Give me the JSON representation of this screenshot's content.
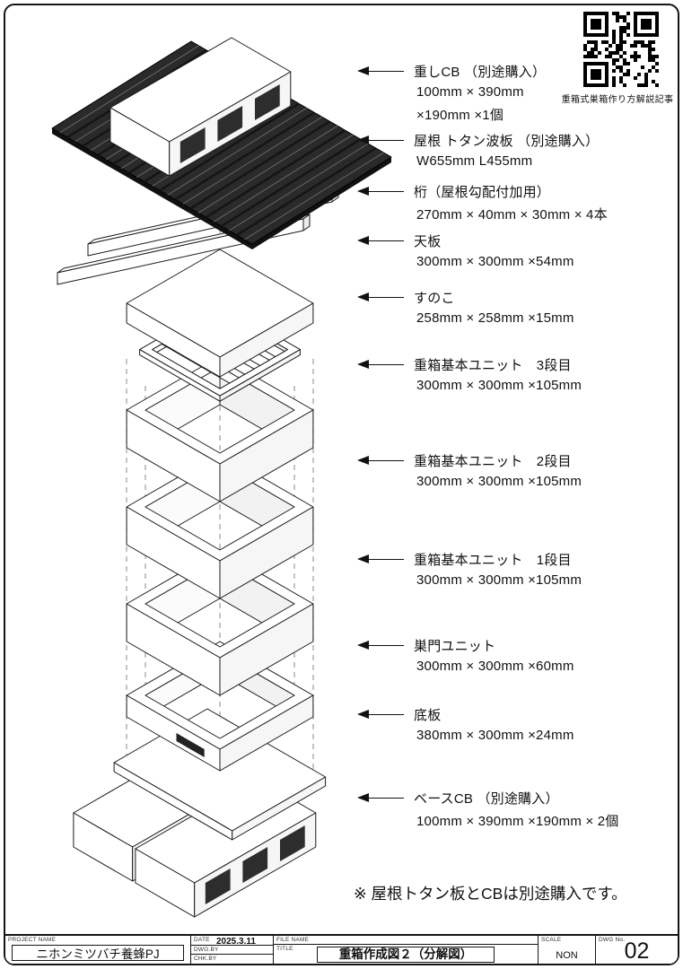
{
  "page": {
    "qr_caption": "重箱式巣箱作り方解説記事",
    "note": "※ 屋根トタン板とCBは別途購入です。"
  },
  "colors": {
    "line": "#1a1a1a",
    "roof_dark": "#2a2a2a",
    "roof_ridge_light": "#666666",
    "roof_ridge_dark": "#141414",
    "hole_dark": "#2d2d2d",
    "construction_line": "#8a8a8a"
  },
  "labels": [
    {
      "name": "重しCB （別途購入）",
      "dims": [
        "100mm × 390mm",
        "×190mm ×1個"
      ]
    },
    {
      "name": "屋根 トタン波板 （別途購入）",
      "dims": [
        "W655mm L455mm"
      ]
    },
    {
      "name": "桁（屋根勾配付加用）",
      "dims": [
        "270mm × 40mm × 30mm × 4本"
      ]
    },
    {
      "name": "天板",
      "dims": [
        "300mm × 300mm ×54mm"
      ]
    },
    {
      "name": "すのこ",
      "dims": [
        "258mm × 258mm ×15mm"
      ]
    },
    {
      "name": "重箱基本ユニット　3段目",
      "dims": [
        "300mm × 300mm ×105mm"
      ]
    },
    {
      "name": "重箱基本ユニット　2段目",
      "dims": [
        "300mm × 300mm ×105mm"
      ]
    },
    {
      "name": "重箱基本ユニット　1段目",
      "dims": [
        "300mm × 300mm ×105mm"
      ]
    },
    {
      "name": "巣門ユニット",
      "dims": [
        "300mm × 300mm ×60mm"
      ]
    },
    {
      "name": "底板",
      "dims": [
        "380mm × 300mm ×24mm"
      ]
    },
    {
      "name": "ベースCB （別途購入）",
      "dims": [
        "100mm × 390mm ×190mm × 2個"
      ]
    }
  ],
  "titleblock": {
    "project_label": "PROJECT NAME",
    "project_name": "ニホンミツバチ養蜂PJ",
    "date_label": "DATE",
    "date_value": "2025.3.11",
    "dwg_by_label": "DWG.BY",
    "chk_by_label": "CHK.BY",
    "file_name_label": "FILE NAME",
    "title_label": "TITLE",
    "title_value": "重箱作成図２（分解図）",
    "scale_label": "SCALE",
    "scale_value": "NON",
    "dwg_no_label": "DWG No.",
    "dwg_no_value": "02"
  }
}
